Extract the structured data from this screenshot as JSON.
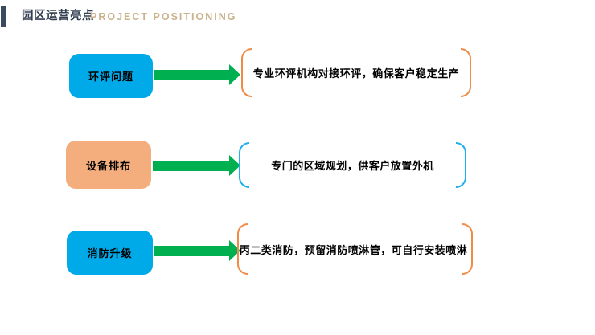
{
  "header": {
    "title": "园区运营亮点",
    "subtitle": "PROJECT POSITIONING",
    "accent_bar_color": "#3B4A5C",
    "title_color": "#333F50",
    "subtitle_color": "#C9B28C"
  },
  "colors": {
    "box_blue": "#00A9E8",
    "box_orange": "#F4AE7E",
    "arrow_green": "#00B050",
    "bracket_orange": "#EF8B45",
    "bracket_blue": "#1FAEF0"
  },
  "rows": [
    {
      "label": "环评问题",
      "description": "专业环评机构对接环评，确保客户稳定生产",
      "box_color": "#00A9E8",
      "arrow_color": "#00B050",
      "brace_color": "#EF8B45"
    },
    {
      "label": "设备排布",
      "description": "专门的区域规划，供客户放置外机",
      "box_color": "#F4AE7E",
      "arrow_color": "#00B050",
      "brace_color": "#1FAEF0"
    },
    {
      "label": "消防升级",
      "description": "丙二类消防，预留消防喷淋管，可自行安装喷淋",
      "box_color": "#00A9E8",
      "arrow_color": "#00B050",
      "brace_color": "#EF8B45"
    }
  ]
}
